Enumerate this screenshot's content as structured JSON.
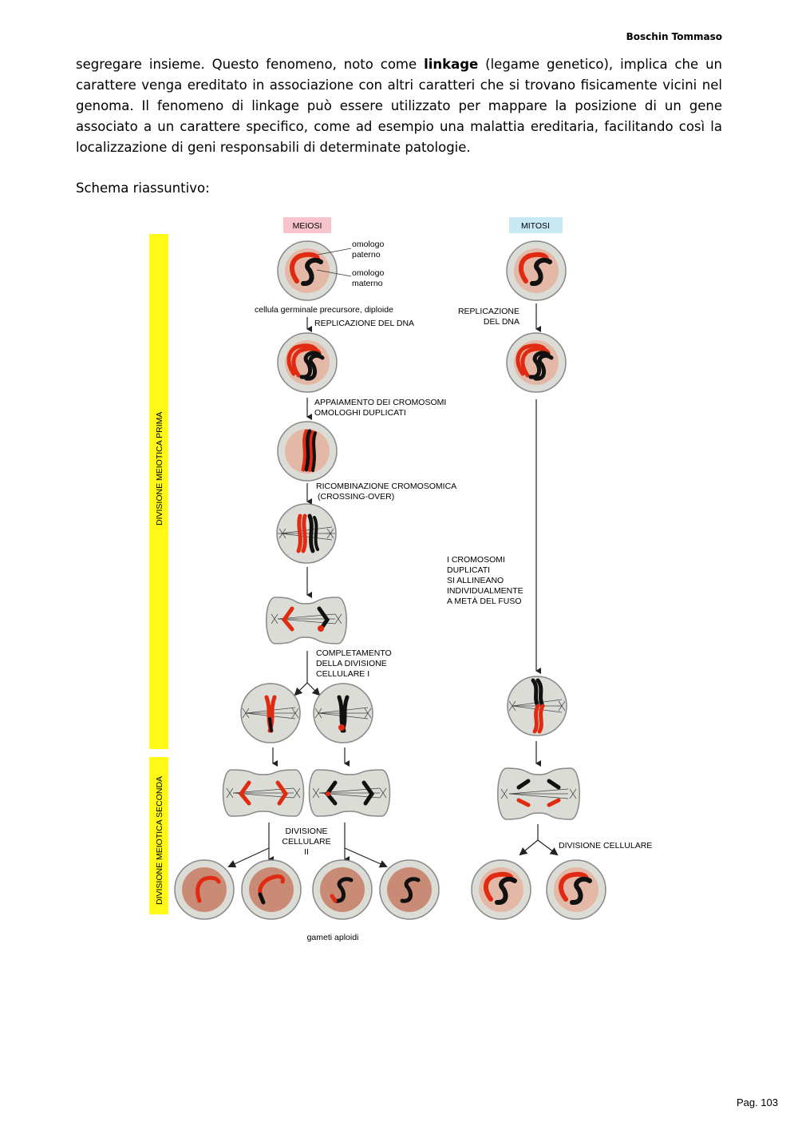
{
  "header": {
    "author": "Boschin Tommaso"
  },
  "body": {
    "para_before": "segregare insieme. Questo fenomeno, noto come ",
    "para_bold": "linkage",
    "para_after": " (legame genetico), implica che un carattere venga ereditato in associazione con altri caratteri che si trovano fisicamente vicini nel genoma. Il fenomeno di linkage può essere utilizzato per mappare la posizione di un gene associato a un carattere specifico, come ad esempio una malattia ereditaria, facilitando così la localizzazione di geni responsabili di determinate patologie.",
    "schema_title": "Schema riassuntivo:"
  },
  "figure": {
    "meiosi_label": "MEIOSI",
    "mitosi_label": "MITOSI",
    "side_first": "DIVISIONE MEIOTICA PRIMA",
    "side_second": "DIVISIONE MEIOTICA SECONDA",
    "omologo_paterno_1": "omologo",
    "omologo_paterno_2": "paterno",
    "omologo_materno_1": "omologo",
    "omologo_materno_2": "materno",
    "cellula_germinale": "cellula germinale precursore, diploide",
    "replicazione_dna": "REPLICAZIONE DEL DNA",
    "mit_replicazione_1": "REPLICAZIONE",
    "mit_replicazione_2": "DEL DNA",
    "appaiamento_1": "APPAIAMENTO DEI CROMOSOMI",
    "appaiamento_2": "OMOLOGHI DUPLICATI",
    "ricombinazione_1": "RICOMBINAZIONE CROMOSOMICA",
    "ricombinazione_2": "(CROSSING-OVER)",
    "mit_allineano_1": "I CROMOSOMI",
    "mit_allineano_2": "DUPLICATI",
    "mit_allineano_3": "SI ALLINEANO",
    "mit_allineano_4": "INDIVIDUALMENTE",
    "mit_allineano_5": "A METÀ DEL FUSO",
    "completamento_1": "COMPLETAMENTO",
    "completamento_2": "DELLA DIVISIONE",
    "completamento_3": "CELLULARE I",
    "divisione_ii_1": "DIVISIONE",
    "divisione_ii_2": "CELLULARE",
    "divisione_ii_3": "II",
    "mit_divisione": "DIVISIONE CELLULARE",
    "gameti": "gameti aploidi"
  },
  "colors": {
    "meiosi_bg": "#f7c4cd",
    "mitosi_bg": "#c8e9f3",
    "side_bar": "#fffb17",
    "cell_fill": "#dcdcd6",
    "nucleus_fill": "#e4b8a6",
    "gamete_nucleus": "#c98b75",
    "red_chromosome": "#e02b12"
  },
  "footer": {
    "page": "Pag. 103"
  }
}
